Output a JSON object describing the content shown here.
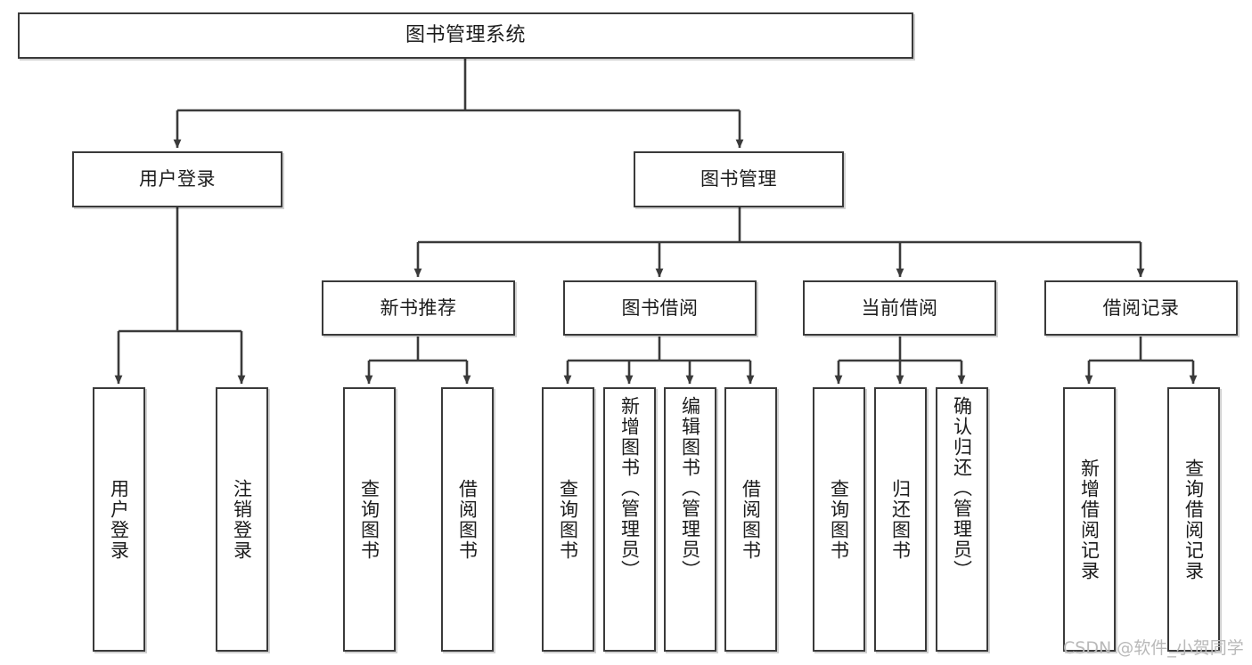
{
  "diagram": {
    "type": "tree-hierarchy-flowchart",
    "title": "图书管理系统",
    "theme": {
      "background": "#ffffff",
      "box_border": "#3a3a3a",
      "box_fill": "#ffffff",
      "text": "#1c1c1c",
      "connector": "#3a3a3a",
      "watermark": "#b9b9b9"
    },
    "levels": {
      "root": {
        "label": "图书管理系统"
      },
      "level2": [
        {
          "id": "user-login",
          "label": "用户登录"
        },
        {
          "id": "book-manage",
          "label": "图书管理"
        }
      ],
      "level3": [
        {
          "id": "new-book-rec",
          "label": "新书推荐"
        },
        {
          "id": "book-borrow",
          "label": "图书借阅"
        },
        {
          "id": "current-borrow",
          "label": "当前借阅"
        },
        {
          "id": "borrow-record",
          "label": "借阅记录"
        }
      ],
      "leaves": {
        "user_login": [
          {
            "id": "leaf-user-login",
            "label": "用户登录"
          },
          {
            "id": "leaf-logout",
            "label": "注销登录"
          }
        ],
        "new_book_rec": [
          {
            "id": "leaf-query-book-1",
            "label": "查询图书"
          },
          {
            "id": "leaf-borrow-book-1",
            "label": "借阅图书"
          }
        ],
        "book_borrow": [
          {
            "id": "leaf-query-book-2",
            "label": "查询图书"
          },
          {
            "id": "leaf-add-book",
            "label": "新增图书（管理员）"
          },
          {
            "id": "leaf-edit-book",
            "label": "编辑图书（管理员）"
          },
          {
            "id": "leaf-borrow-book-2",
            "label": "借阅图书"
          }
        ],
        "current_borrow": [
          {
            "id": "leaf-query-book-3",
            "label": "查询图书"
          },
          {
            "id": "leaf-return-book",
            "label": "归还图书"
          },
          {
            "id": "leaf-confirm-return",
            "label": "确认归还（管理员）"
          }
        ],
        "borrow_record": [
          {
            "id": "leaf-add-record",
            "label": "新增借阅记录"
          },
          {
            "id": "leaf-query-record",
            "label": "查询借阅记录"
          }
        ]
      }
    },
    "watermark": "CSDN @软件_小贺同学"
  }
}
